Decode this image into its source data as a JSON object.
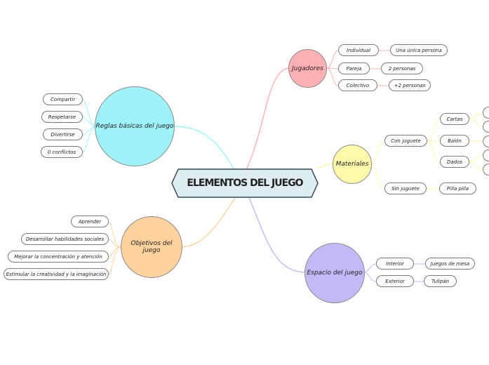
{
  "central": {
    "title": "ELEMENTOS DEL JUEGO"
  },
  "reglas": {
    "title": "Reglas básicas del juego",
    "items": [
      "Compartir",
      "Respetarse",
      "Divertirse",
      "0 conflictos"
    ]
  },
  "objetivos": {
    "title": "Objetivos del juego",
    "items": [
      "Aprender",
      "Desarrollar habilidades sociales",
      "Mejorar la concentración y atención",
      "Estimular la creatividad y la imaginación"
    ]
  },
  "jugadores": {
    "title": "Jugadores",
    "items": [
      {
        "label": "Individual",
        "detail": "Una única persona"
      },
      {
        "label": "Pareja",
        "detail": "2 personas"
      },
      {
        "label": "Colectivo",
        "detail": "+2 personas"
      }
    ]
  },
  "materiales": {
    "title": "Materiales",
    "con": {
      "label": "Con juguete",
      "items": [
        "Cartas",
        "Balón",
        "Dados"
      ]
    },
    "sin": {
      "label": "Sin juguete",
      "detail": "Pilla pilla"
    }
  },
  "espacio": {
    "title": "Espacio del juego",
    "items": [
      {
        "label": "Interior",
        "detail": "Juegos de mesa"
      },
      {
        "label": "Exterior",
        "detail": "Tulipán"
      }
    ]
  },
  "colors": {
    "reglas": "#9ef3fb",
    "objetivos": "#ffd29e",
    "jugadores": "#ffb0b3",
    "materiales": "#fffaaa",
    "espacio": "#c5b8f7",
    "center_fill": "#deedf2",
    "center_stroke": "#3a4a55"
  }
}
